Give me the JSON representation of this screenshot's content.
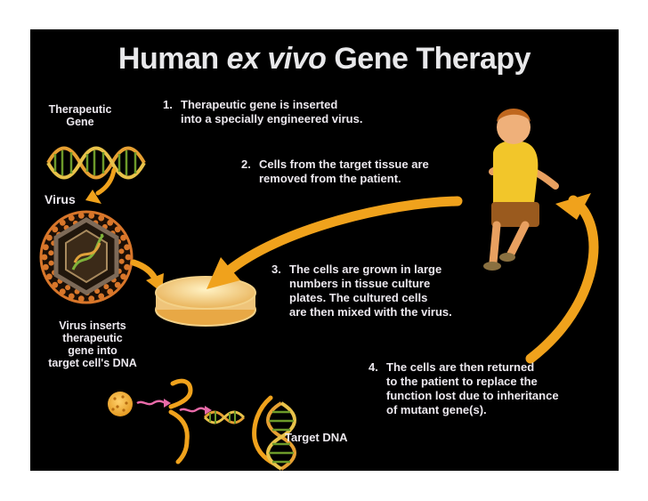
{
  "title": {
    "part1": "Human ",
    "part2": "ex vivo",
    "part3": " Gene Therapy"
  },
  "labels": {
    "therapeutic_gene": [
      "Therapeutic",
      "Gene"
    ],
    "virus": "Virus",
    "virus_inserts": [
      "Virus inserts",
      "therapeutic",
      "gene into",
      "target cell's DNA"
    ],
    "target_dna": "Target DNA"
  },
  "steps": [
    {
      "num": "1.",
      "lines": [
        "Therapeutic gene is inserted",
        "into a specially engineered virus."
      ]
    },
    {
      "num": "2.",
      "lines": [
        "Cells from the target tissue are",
        "removed from the patient."
      ]
    },
    {
      "num": "3.",
      "lines": [
        "The cells are grown in large",
        "numbers in tissue culture",
        "plates.  The cultured cells",
        "are then mixed with the virus."
      ]
    },
    {
      "num": "4.",
      "lines": [
        "The cells are then returned",
        "to the patient to replace the",
        "function lost due to inheritance",
        "of mutant gene(s)."
      ]
    }
  ],
  "colors": {
    "background": "#000000",
    "arrow": "#f0a21c",
    "text": "#ece8ee",
    "dna_green": "#6c9a2a",
    "virus_orange": "#d8762a"
  }
}
